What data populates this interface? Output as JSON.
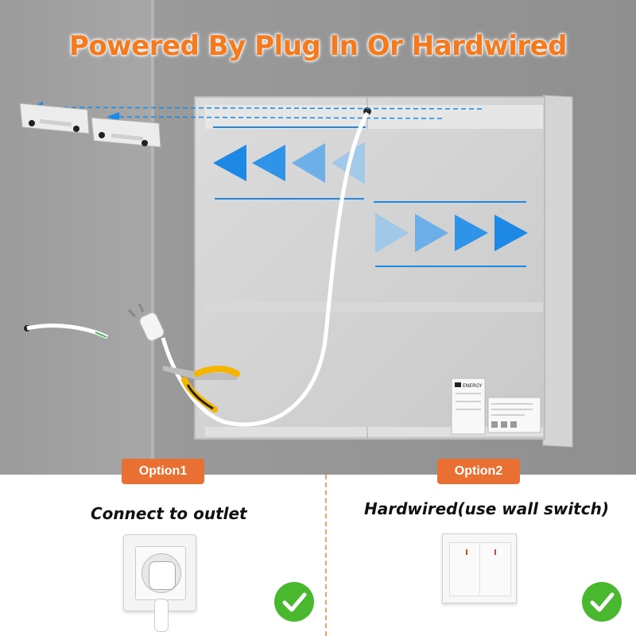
{
  "header": {
    "title": "Powered By Plug In Or Hardwired"
  },
  "options": [
    {
      "badge": "Option1",
      "title": "Connect to outlet",
      "icon": "outlet-icon",
      "status_icon": "check-icon"
    },
    {
      "badge": "Option2",
      "title": "Hardwired(use wall switch)",
      "icon": "wall-switch-icon",
      "status_icon": "check-icon"
    }
  ],
  "cabinet_label": {
    "brand": "ENERGY"
  },
  "colors": {
    "title": "#f47a1f",
    "badge": "#e97032",
    "check": "#49b82f",
    "arrow": "#1e88e5",
    "wall": "#9e9e9e"
  }
}
